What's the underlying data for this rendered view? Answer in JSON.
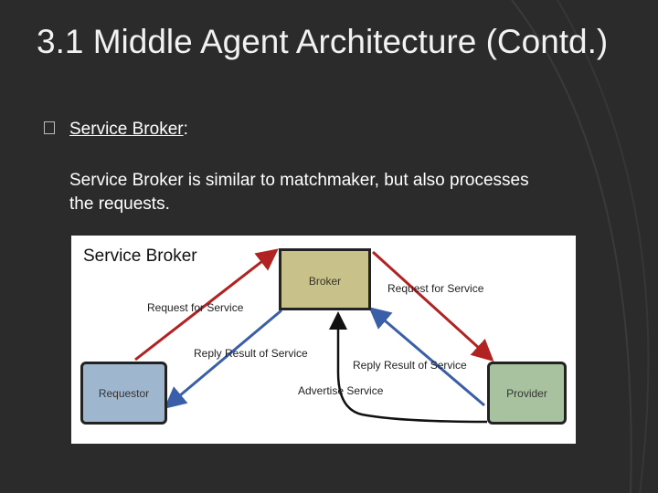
{
  "slide": {
    "title": "3.1 Middle Agent Architecture (Contd.)",
    "bullet_heading": "Service Broker",
    "bullet_suffix": ":",
    "description": "Service Broker is similar to matchmaker, but also processes the requests."
  },
  "figure": {
    "title": "Service Broker",
    "nodes": {
      "broker": "Broker",
      "requestor": "Requestor",
      "provider": "Provider"
    },
    "labels": {
      "left_request": "Request for Service",
      "right_request": "Request for Service",
      "left_reply": "Reply Result of Service",
      "right_reply": "Reply Result of Service",
      "advertise": "Advertise Service"
    },
    "colors": {
      "request_arrow": "#b22222",
      "reply_arrow": "#3a5fa8",
      "advertise_arrow": "#111111"
    }
  }
}
